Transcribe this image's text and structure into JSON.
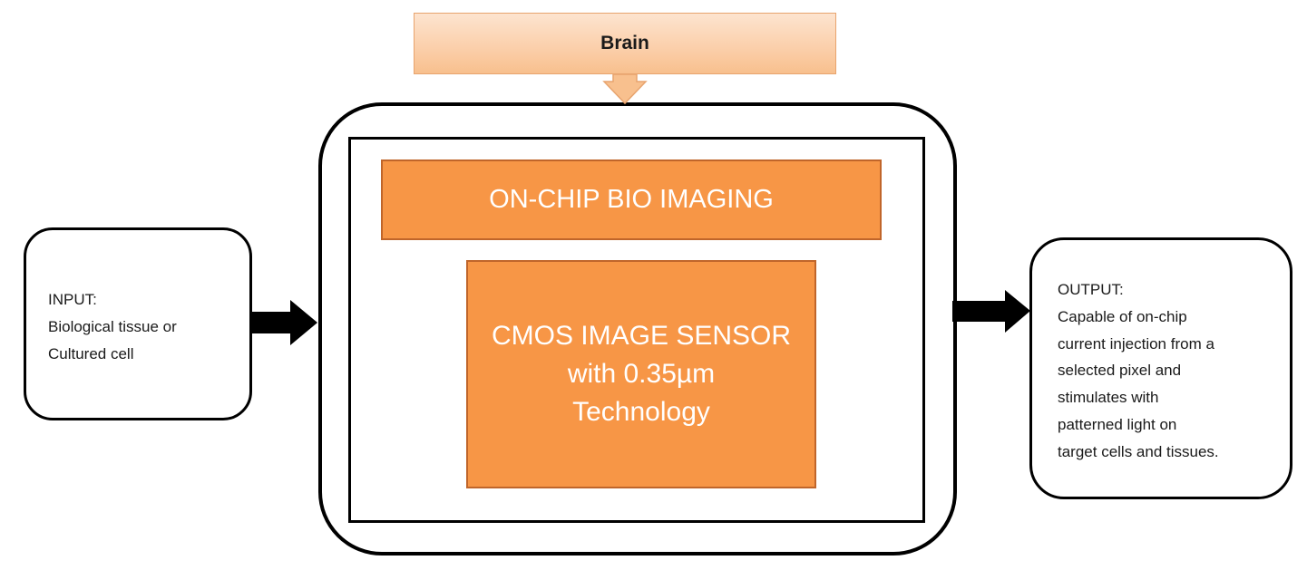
{
  "brain": {
    "label": "Brain"
  },
  "bio_imaging": {
    "label": "ON-CHIP BIO IMAGING"
  },
  "sensor": {
    "line1": "CMOS IMAGE SENSOR",
    "line2": "with 0.35µm",
    "line3": "Technology"
  },
  "input": {
    "lines": [
      "INPUT:",
      "Biological tissue or",
      "Cultured cell"
    ]
  },
  "output": {
    "lines": [
      "OUTPUT:",
      "Capable of on-chip",
      "current injection from a",
      "selected pixel  and",
      "stimulates with",
      "patterned light on",
      "target cells and tissues."
    ]
  },
  "colors": {
    "block_fill": "#f79646",
    "block_border": "#c0652a",
    "brain_fill": "#fbd0ac",
    "brain_border": "#e8a46e",
    "outline": "#000000"
  }
}
